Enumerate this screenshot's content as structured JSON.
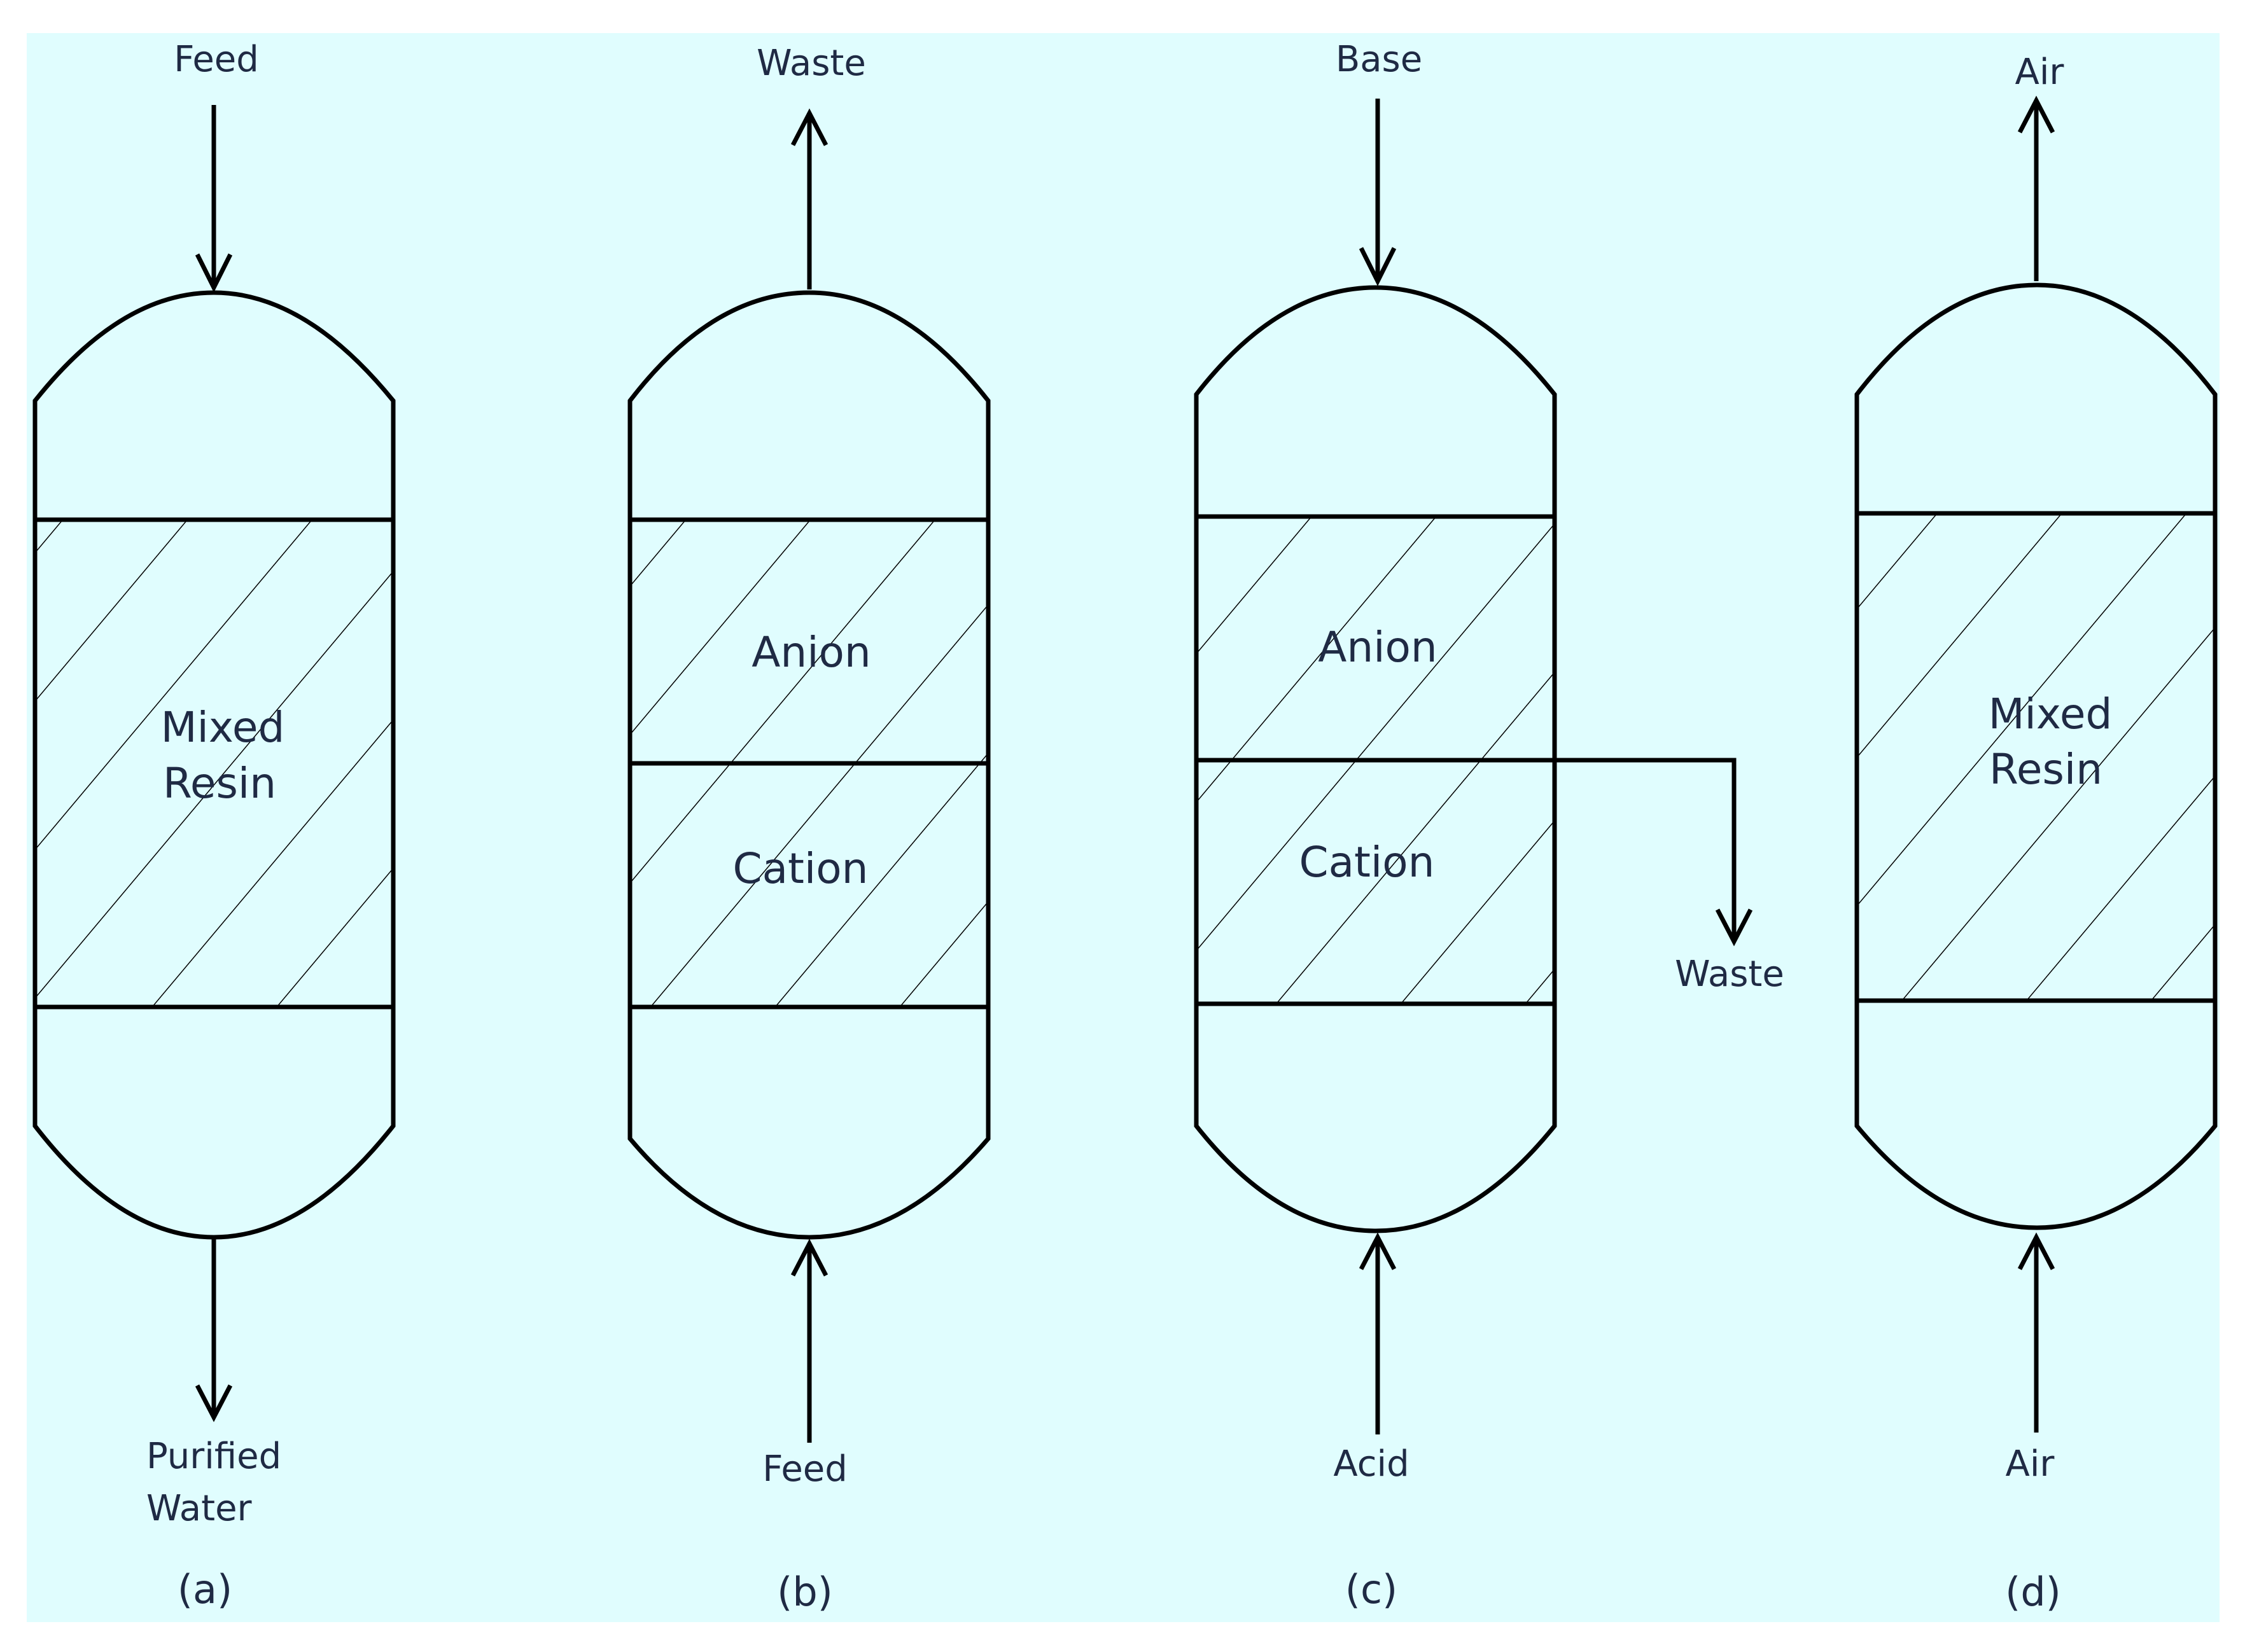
{
  "background_color": "#e0fdfe",
  "columns": [
    {
      "caption": "(a)",
      "top_label": "Feed",
      "top_flow": "in",
      "bottom_label_lines": [
        "Purified",
        "Water"
      ],
      "bottom_flow": "out",
      "resin_layers": [
        {
          "label_lines": [
            "Mixed",
            "Resin"
          ]
        }
      ]
    },
    {
      "caption": "(b)",
      "top_label": "Waste",
      "top_flow": "out",
      "bottom_label_lines": [
        "Feed"
      ],
      "bottom_flow": "in",
      "resin_layers": [
        {
          "label_lines": [
            "Anion"
          ]
        },
        {
          "label_lines": [
            "Cation"
          ]
        }
      ]
    },
    {
      "caption": "(c)",
      "top_label": "Base",
      "top_flow": "in",
      "bottom_label_lines": [
        "Acid"
      ],
      "bottom_flow": "in",
      "side_outlet_label": "Waste",
      "resin_layers": [
        {
          "label_lines": [
            "Anion"
          ]
        },
        {
          "label_lines": [
            "Cation"
          ]
        }
      ]
    },
    {
      "caption": "(d)",
      "top_label": "Air",
      "top_flow": "out",
      "bottom_label_lines": [
        "Air"
      ],
      "bottom_flow": "in",
      "resin_layers": [
        {
          "label_lines": [
            "Mixed",
            "Resin"
          ]
        }
      ]
    }
  ]
}
